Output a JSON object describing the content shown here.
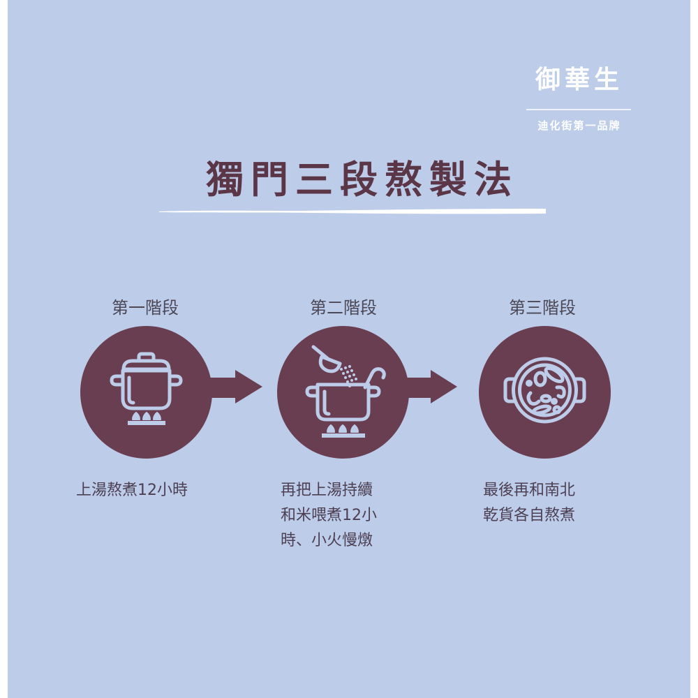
{
  "brand": {
    "name": "御華生",
    "tagline": "迪化街第一品牌"
  },
  "title": "獨門三段熬製法",
  "colors": {
    "background": "#bccce9",
    "accent": "#6a3e51",
    "title": "#5b3647",
    "icon_stroke": "#bccce9",
    "text": "#4d3f52"
  },
  "stages": [
    {
      "label": "第一階段",
      "icon": "pot-on-stove-icon",
      "description": "上湯熬煮12小時"
    },
    {
      "label": "第二階段",
      "icon": "pot-with-seasoning-icon",
      "description": "再把上湯持續\n和米喂煮12小\n時、小火慢燉"
    },
    {
      "label": "第三階段",
      "icon": "hotpot-bowl-icon",
      "description": "最後再和南北\n乾貨各自熬煮"
    }
  ]
}
